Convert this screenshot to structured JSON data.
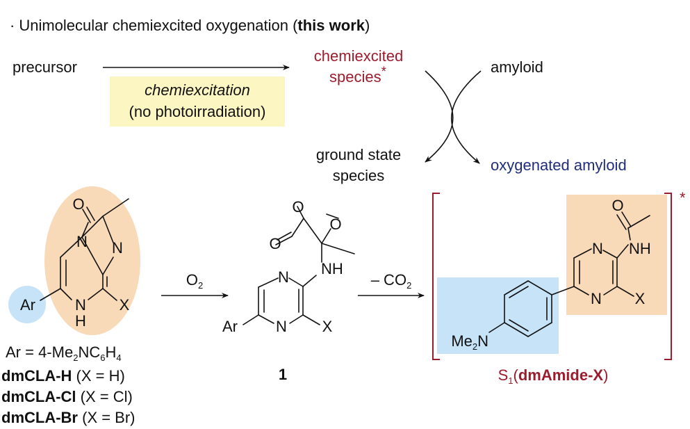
{
  "header": {
    "bullet": "·",
    "title_prefix": "Unimolecular chemiexcited oxygenation (",
    "title_bold": "this work",
    "title_suffix": ")"
  },
  "cycle": {
    "precursor": "precursor",
    "chemiexcited_line1": "chemiexcited",
    "chemiexcited_line2": "species",
    "asterisk": "*",
    "amyloid": "amyloid",
    "chemiexcitation": "chemiexcitation",
    "no_photo": "(no photoirradiation)",
    "ground_line1": "ground state",
    "ground_line2": "species",
    "oxygenated": "oxygenated amyloid"
  },
  "left_molecule": {
    "atom_O": "O",
    "atom_N1": "N",
    "atom_N2": "N",
    "atom_N3": "N",
    "atom_H": "H",
    "atom_X": "X",
    "atom_Ar": "Ar",
    "ar_def_prefix": "Ar =  4-Me",
    "ar_sub1": "2",
    "ar_def_mid": "NC",
    "ar_sub2": "6",
    "ar_def_h": "H",
    "ar_sub3": "4",
    "compounds": [
      {
        "name": "dmCLA-H",
        "cond": " (X = H)"
      },
      {
        "name": "dmCLA-Cl",
        "cond": " (X = Cl)"
      },
      {
        "name": "dmCLA-Br",
        "cond": " (X = Br)"
      }
    ]
  },
  "step1": {
    "reagent": "O",
    "reagent_sub": "2"
  },
  "dioxetanone": {
    "atom_O1": "O",
    "atom_O2": "O",
    "atom_O3": "O",
    "atom_NH": "NH",
    "atom_N1": "N",
    "atom_N2": "N",
    "atom_X": "X",
    "atom_Ar": "Ar",
    "label": "1"
  },
  "step2": {
    "reagent_prefix": "– CO",
    "reagent_sub": "2"
  },
  "product": {
    "atom_O": "O",
    "atom_NH": "NH",
    "atom_N1": "N",
    "atom_N2": "N",
    "atom_X": "X",
    "me2n_prefix": "Me",
    "me2n_sub": "2",
    "me2n_suffix": "N",
    "asterisk": "*",
    "label_prefix": "S",
    "label_sub": "1",
    "label_open": "(",
    "label_bold": "dmAmide-X",
    "label_close": ")"
  },
  "colors": {
    "highlight_orange": "#f8d9b8",
    "highlight_blue": "#c7e3f8",
    "highlight_yellow": "#fbf6c2",
    "accent_red": "#9b1c2c",
    "accent_blue": "#1f2d7a"
  }
}
